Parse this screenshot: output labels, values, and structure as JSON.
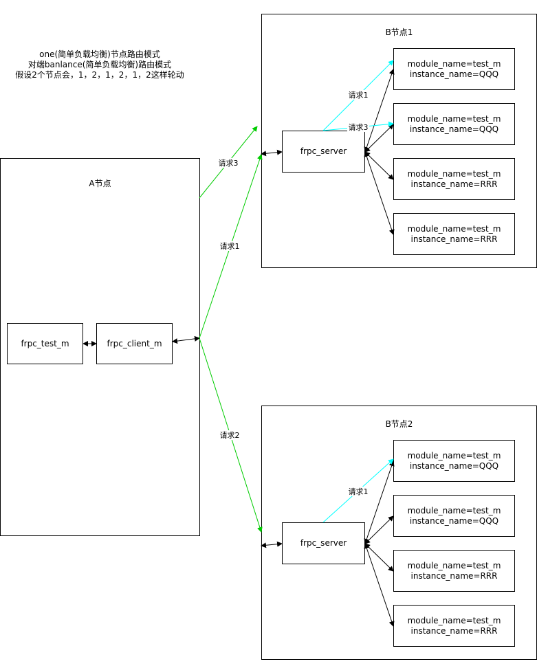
{
  "note": {
    "line1": "one(简单负载均衡)节点路由模式",
    "line2": "对端banlance(简单负载均衡)路由模式",
    "line3": "假设2个节点会，1，2，1，2，1，2这样轮动"
  },
  "node_a": {
    "title": "A节点",
    "test_m": "frpc_test_m",
    "client_m": "frpc_client_m"
  },
  "node_b1": {
    "title": "B节点1",
    "server": "frpc_server",
    "services": [
      {
        "module": "module_name=test_m",
        "instance": "instance_name=QQQ"
      },
      {
        "module": "module_name=test_m",
        "instance": "instance_name=QQQ"
      },
      {
        "module": "module_name=test_m",
        "instance": "instance_name=RRR"
      },
      {
        "module": "module_name=test_m",
        "instance": "instance_name=RRR"
      }
    ]
  },
  "node_b2": {
    "title": "B节点2",
    "server": "frpc_server",
    "services": [
      {
        "module": "module_name=test_m",
        "instance": "instance_name=QQQ"
      },
      {
        "module": "module_name=test_m",
        "instance": "instance_name=QQQ"
      },
      {
        "module": "module_name=test_m",
        "instance": "instance_name=RRR"
      },
      {
        "module": "module_name=test_m",
        "instance": "instance_name=RRR"
      }
    ]
  },
  "edges": {
    "req1": "请求1",
    "req2": "请求2",
    "req3": "请求3",
    "b1_req1": "请求1",
    "b1_req3": "请求3",
    "b2_req1": "请求1"
  },
  "colors": {
    "green": "#00cc00",
    "cyan": "#00ffff",
    "black": "#000000"
  }
}
